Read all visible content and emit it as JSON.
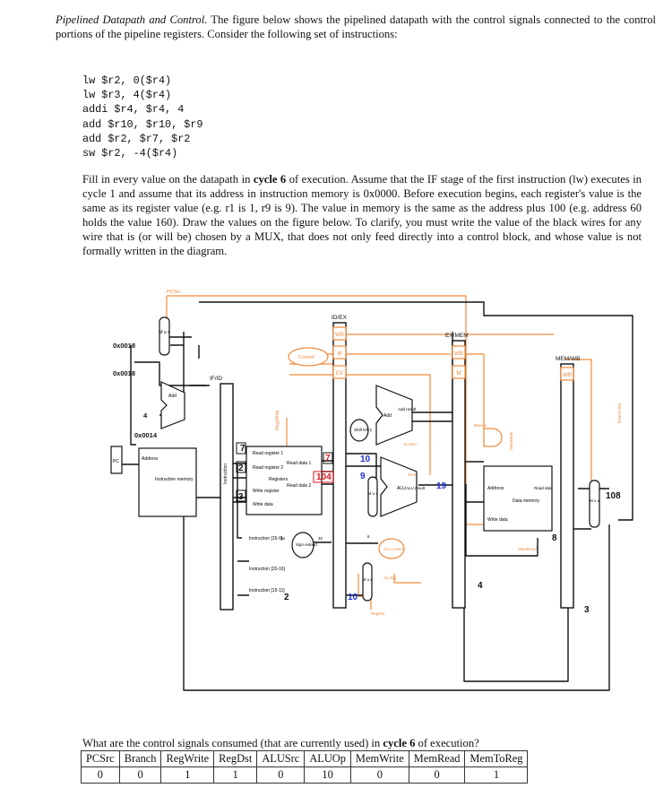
{
  "intro": {
    "title": "Pipelined Datapath and Control.",
    "text": "The figure below shows the pipelined datapath with the control signals connected to the control portions of the pipeline registers. Consider the following set of instructions:"
  },
  "code": [
    "lw $r2, 0($r4)",
    "lw $r3, 4($r4)",
    "addi $r4, $r4, 4",
    "add $r10, $r10, $r9",
    "add $r2, $r7, $r2",
    "sw $r2, -4($r4)"
  ],
  "instructions": {
    "part1": "Fill in every value on the datapath in ",
    "cycle": "cycle 6",
    "part2": " of execution. Assume that the IF stage of the first instruction (lw) executes in cycle 1 and assume that its address in instruction memory is 0x0000. Before execution begins, each register's value is the same as its register value (e.g. r1 is 1, r9 is 9). The value in memory is the same as the address plus 100 (e.g. address 60 holds the value 160). Draw the values on the figure below. To clarify, you must write the value of the black wires for any wire that is (or will be) chosen by a MUX, that does not only feed directly into a control block, and whose value is not formally written in the diagram."
  },
  "diagram": {
    "pipeline_regs": [
      "IF/ID",
      "ID/EX",
      "EX/MEM",
      "MEM/WB"
    ],
    "stage_fields": [
      "WB",
      "M",
      "EX"
    ],
    "blocks": {
      "control": "Control",
      "add": "Add",
      "add2": "Add",
      "add_result": "Add result",
      "shift": "Shift left 2",
      "alu": "ALU",
      "alu_result": "ALU result",
      "zero": "Zero",
      "alu_control": "ALU control",
      "sign_extend": "Sign extend",
      "registers": "Registers",
      "instr_mem": "Instruction memory",
      "data_mem": "Data memory",
      "pc": "PC",
      "mux": "M u x"
    },
    "ports": {
      "address": "Address",
      "read_reg1": "Read register 1",
      "read_reg2": "Read register 2",
      "write_reg": "Write register",
      "write_data": "Write data",
      "read_data1": "Read data 1",
      "read_data2": "Read data 2",
      "read_data": "Read data",
      "write_data_mem": "Write data",
      "instr_15_0": "Instruction [15-0]",
      "instr_20_16": "Instruction [20-16]",
      "instr_15_11": "Instruction [15-11]",
      "n16": "16",
      "n32": "32",
      "n6": "6",
      "n4": "4"
    },
    "signals": {
      "pcsrc": "PCSrc",
      "regwrite": "RegWrite",
      "alusrc": "ALUSrc",
      "aluop": "ALUOp",
      "regdst": "RegDst",
      "branch": "Branch",
      "memwrite": "MemWrite",
      "memread": "MemRead",
      "memtoreg": "MemtoReg",
      "instruction": "Instruction"
    },
    "values": {
      "pc_mux_out": "0x0018",
      "pc_plus4": "0x0018",
      "pc": "0x0014",
      "four": "4",
      "rs": "7",
      "rt": "2",
      "wreg": "3",
      "rd1": "7",
      "rd2": "104",
      "ex_a": "10",
      "ex_b": "9",
      "alu_out": "19",
      "rd_ex": "10",
      "ext_num": "2",
      "mem_addr": "4",
      "wb_dest": "8",
      "wb_data": "108",
      "wb_mux_sel": "3"
    }
  },
  "question": {
    "part1": "What are the control signals consumed (that are currently used) in ",
    "cycle": "cycle 6",
    "part2": " of execution?"
  },
  "table": {
    "headers": [
      "PCSrc",
      "Branch",
      "RegWrite",
      "RegDst",
      "ALUSrc",
      "ALUOp",
      "MemWrite",
      "MemRead",
      "MemToReg"
    ],
    "values": [
      "0",
      "0",
      "1",
      "1",
      "0",
      "10",
      "0",
      "0",
      "1"
    ]
  },
  "colors": {
    "control": "#f08a3a",
    "answer_blue": "#1a2fd0",
    "answer_red": "#e0141c"
  }
}
